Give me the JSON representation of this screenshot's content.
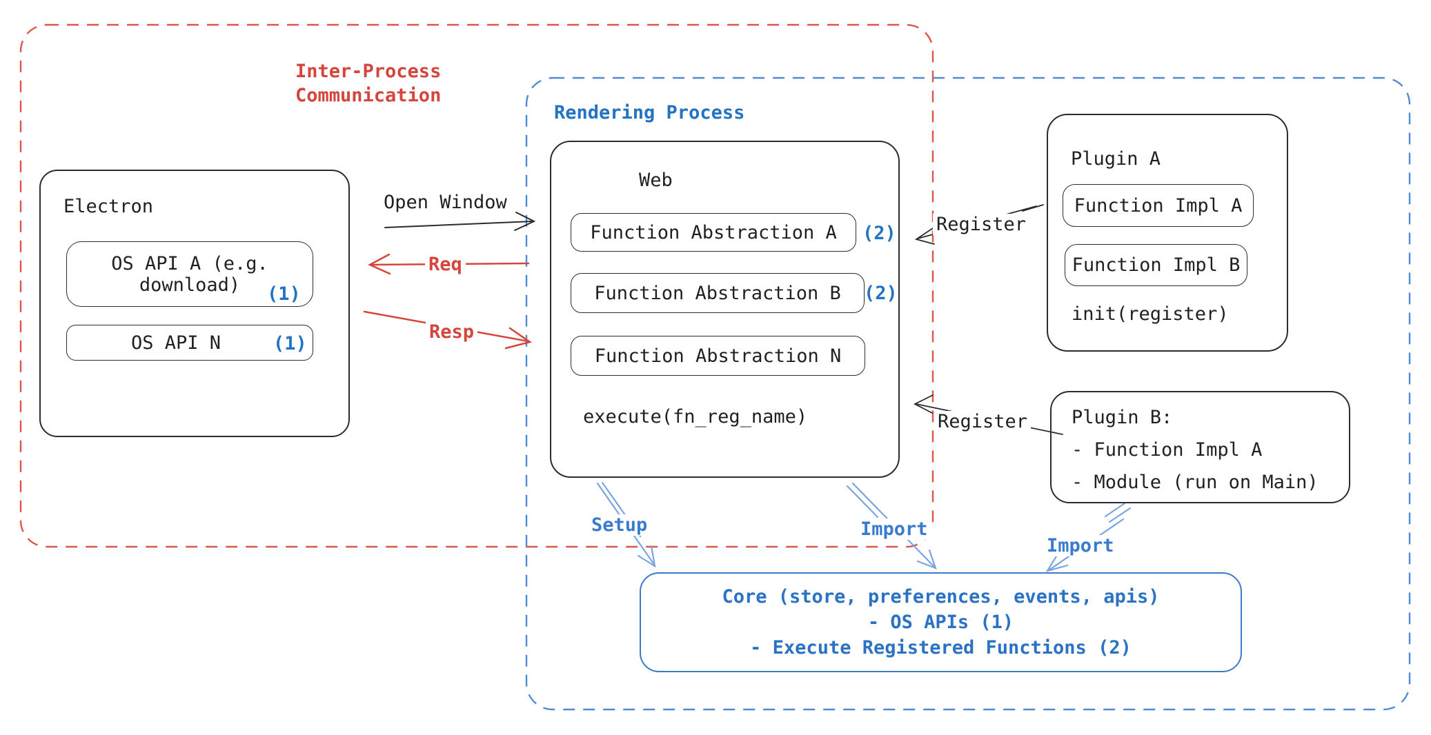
{
  "colors": {
    "red_accent": "#d5453b",
    "blue_accent": "#2273c4",
    "blue_dashed_border": "#4f8ad2",
    "red_dashed_border": "#dd5448",
    "blue_arrow": "#7ba4de",
    "black_stroke": "#2a2b2e"
  },
  "ipc": {
    "label_line1": "Inter-Process",
    "label_line2": "Communication"
  },
  "rendering": {
    "label": "Rendering Process"
  },
  "electron": {
    "title": "Electron",
    "os_api_a": {
      "line1": "OS API A (e.g.",
      "line2": "download)",
      "marker": "(1)"
    },
    "os_api_n": {
      "label": "OS API N",
      "marker": "(1)"
    }
  },
  "web": {
    "title": "Web",
    "abstractions": [
      {
        "label": "Function Abstraction A",
        "marker": "(2)"
      },
      {
        "label": "Function Abstraction B",
        "marker": "(2)"
      },
      {
        "label": "Function Abstraction N",
        "marker": ""
      }
    ],
    "execute": "execute(fn_reg_name)"
  },
  "plugin_a": {
    "title": "Plugin A",
    "impl_a": "Function Impl A",
    "impl_b": "Function Impl B",
    "init": "init(register)"
  },
  "plugin_b": {
    "line1": "Plugin B:",
    "line2": "- Function Impl A",
    "line3": "- Module (run on Main)"
  },
  "core": {
    "line1": "Core (store, preferences, events, apis)",
    "line2": "- OS APIs (1)",
    "line3": "- Execute Registered Functions (2)"
  },
  "arrows": {
    "open_window": "Open Window",
    "req": "Req",
    "resp": "Resp",
    "register_top": "Register",
    "register_bottom": "Register",
    "setup": "Setup",
    "import_mid": "Import",
    "import_right": "Import"
  }
}
